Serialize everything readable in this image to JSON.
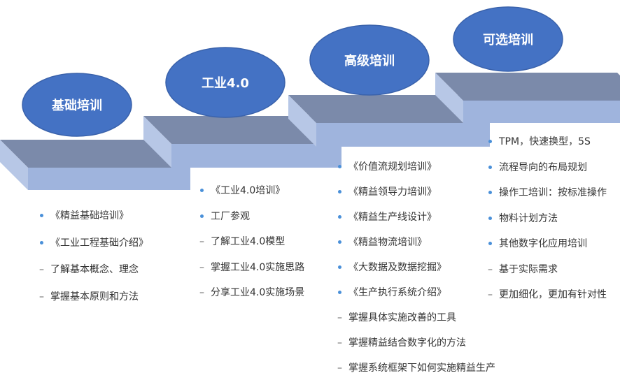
{
  "colors": {
    "step_top": "#7b8aaa",
    "step_front": "#9fb4dd",
    "step_side": "#b7c7e6",
    "ellipse_fill": "#4472c4",
    "ellipse_stroke": "#3a62ab",
    "bullet": "#4a90d9",
    "text": "#333333"
  },
  "steps": [
    {
      "title": "基础培训",
      "items": [
        {
          "type": "bullet",
          "text": "《精益基础培训》"
        },
        {
          "type": "bullet",
          "text": "《工业工程基础介绍》"
        },
        {
          "type": "dash",
          "text": "了解基本概念、理念"
        },
        {
          "type": "dash",
          "text": "掌握基本原则和方法"
        }
      ]
    },
    {
      "title": "工业4.0",
      "items": [
        {
          "type": "bullet",
          "text": "《工业4.0培训》"
        },
        {
          "type": "bullet",
          "text": "工厂参观"
        },
        {
          "type": "dash",
          "text": "了解工业4.0模型"
        },
        {
          "type": "dash",
          "text": "掌握工业4.0实施思路"
        },
        {
          "type": "dash",
          "text": "分享工业4.0实施场景"
        }
      ]
    },
    {
      "title": "高级培训",
      "items": [
        {
          "type": "bullet",
          "text": "《价值流规划培训》"
        },
        {
          "type": "bullet",
          "text": "《精益领导力培训》"
        },
        {
          "type": "bullet",
          "text": "《精益生产线设计》"
        },
        {
          "type": "bullet",
          "text": "《精益物流培训》"
        },
        {
          "type": "bullet",
          "text": "《大数据及数据挖掘》"
        },
        {
          "type": "bullet",
          "text": "《生产执行系统介绍》"
        },
        {
          "type": "dash",
          "text": "掌握具体实施改善的工具"
        },
        {
          "type": "dash",
          "text": "掌握精益结合数字化的方法"
        },
        {
          "type": "dash",
          "text": "掌握系统框架下如何实施精益生产"
        }
      ]
    },
    {
      "title": "可选培训",
      "items": [
        {
          "type": "bullet",
          "text": "TPM，快速换型，5S"
        },
        {
          "type": "bullet",
          "text": "流程导向的布局规划"
        },
        {
          "type": "bullet",
          "text": "操作工培训：按标准操作"
        },
        {
          "type": "bullet",
          "text": "物料计划方法"
        },
        {
          "type": "bullet",
          "text": "其他数字化应用培训"
        },
        {
          "type": "dash",
          "text": "基于实际需求"
        },
        {
          "type": "dash",
          "text": "更加细化，更加有针对性"
        }
      ]
    }
  ]
}
